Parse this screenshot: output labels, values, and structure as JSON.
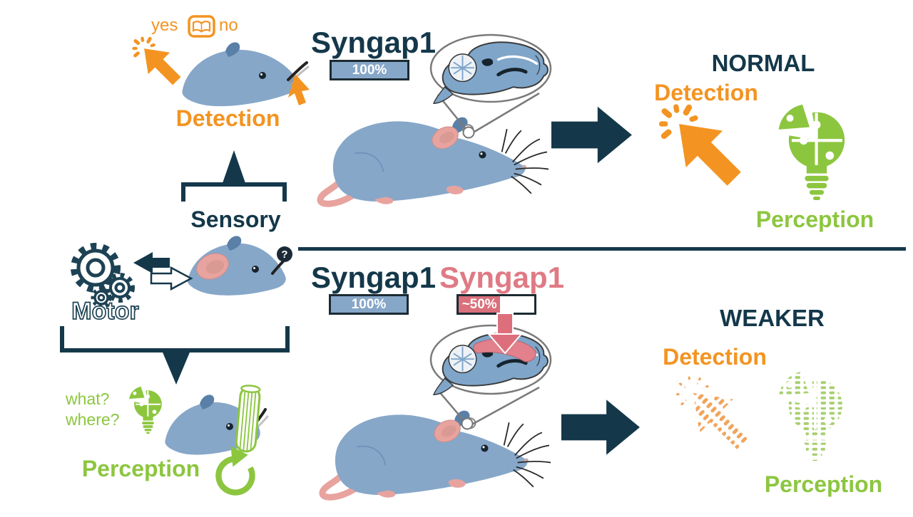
{
  "colors": {
    "navy": "#14384a",
    "orange": "#f39422",
    "orange_weak": "#f0a55c",
    "green": "#8cc63f",
    "green_weak": "#a8d070",
    "mouse_blue": "#87a7c9",
    "ear_pink": "#e8a39f",
    "pink": "#df7a84",
    "pink_bar": "#d9707b"
  },
  "left_flow": {
    "yes": "yes",
    "no": "no",
    "detection_label": "Detection",
    "sensory_label": "Sensory",
    "motor_label": "Motor",
    "what": "what?",
    "where": "where?",
    "perception_label": "Perception",
    "question_mark": "?"
  },
  "normal_row": {
    "gene": {
      "name": "Syngap1",
      "expression": "100%"
    },
    "outcome": {
      "title": "NORMAL",
      "detection_label": "Detection",
      "perception_label": "Perception"
    }
  },
  "weaker_row": {
    "wild_type_gene": {
      "name": "Syngap1",
      "expression": "100%"
    },
    "mutant_gene": {
      "name": "Syngap1",
      "expression": "~50%"
    },
    "outcome": {
      "title": "WEAKER",
      "detection_label": "Detection",
      "perception_label": "Perception"
    }
  }
}
